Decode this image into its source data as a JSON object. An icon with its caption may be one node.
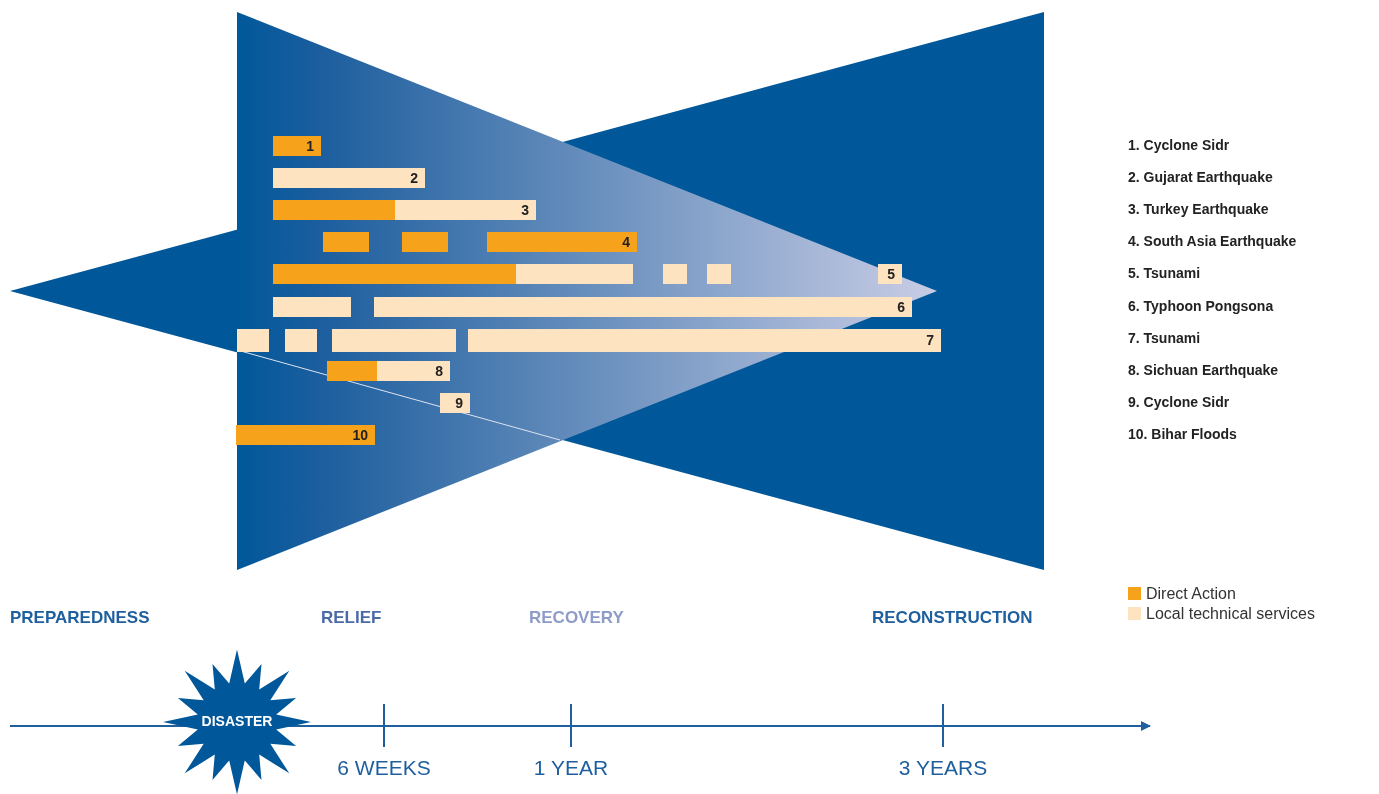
{
  "diagram": {
    "nodes": [
      {
        "text": [
          "1"
        ]
      },
      {
        "text": [
          "2"
        ]
      },
      {
        "text": [],
        "shape": "bar"
      },
      {
        "text": [
          "3"
        ]
      },
      {
        "text": [],
        "shape": "bar"
      },
      {
        "text": [],
        "shape": "bar"
      },
      {
        "text": [
          "4"
        ]
      },
      {
        "text": [],
        "shape": "bar"
      },
      {
        "text": [],
        "shape": "bar"
      },
      {
        "text": [],
        "shape": "bar"
      },
      {
        "text": [],
        "shape": "bar"
      },
      {
        "text": [
          "5"
        ]
      },
      {
        "text": [],
        "shape": "bar"
      },
      {
        "text": [
          "6"
        ]
      },
      {
        "text": [],
        "shape": "bar"
      },
      {
        "text": [],
        "shape": "bar"
      },
      {
        "text": [],
        "shape": "bar"
      },
      {
        "text": [
          "7"
        ]
      },
      {
        "text": [],
        "shape": "bar"
      },
      {
        "text": [
          "8"
        ]
      },
      {
        "text": [
          "9"
        ]
      },
      {
        "text": [
          "10"
        ]
      },
      {
        "text": [
          "DISASTER"
        ]
      }
    ],
    "edges": [],
    "labels": [
      "1. Cyclone Sidr",
      "2. Gujarat Earthquake",
      "3. Turkey Earthquake",
      "4. South Asia Earthquake",
      "5. Tsunami",
      "6. Typhoon Pongsona",
      "7. Tsunami",
      "8. Sichuan Earthquake",
      "9. Cyclone Sidr",
      "10. Bihar Floods",
      "PREPAREDNESS",
      "RELIEF",
      "RECOVERY",
      "RECONSTRUCTION",
      "6 WEEKS",
      "1 YEAR",
      "3 YEARS"
    ],
    "legend": [
      {
        "text": "Direct Action",
        "color": "#f7a21b"
      },
      {
        "text": "Local technical services",
        "color": "#fde3c0"
      }
    ]
  }
}
